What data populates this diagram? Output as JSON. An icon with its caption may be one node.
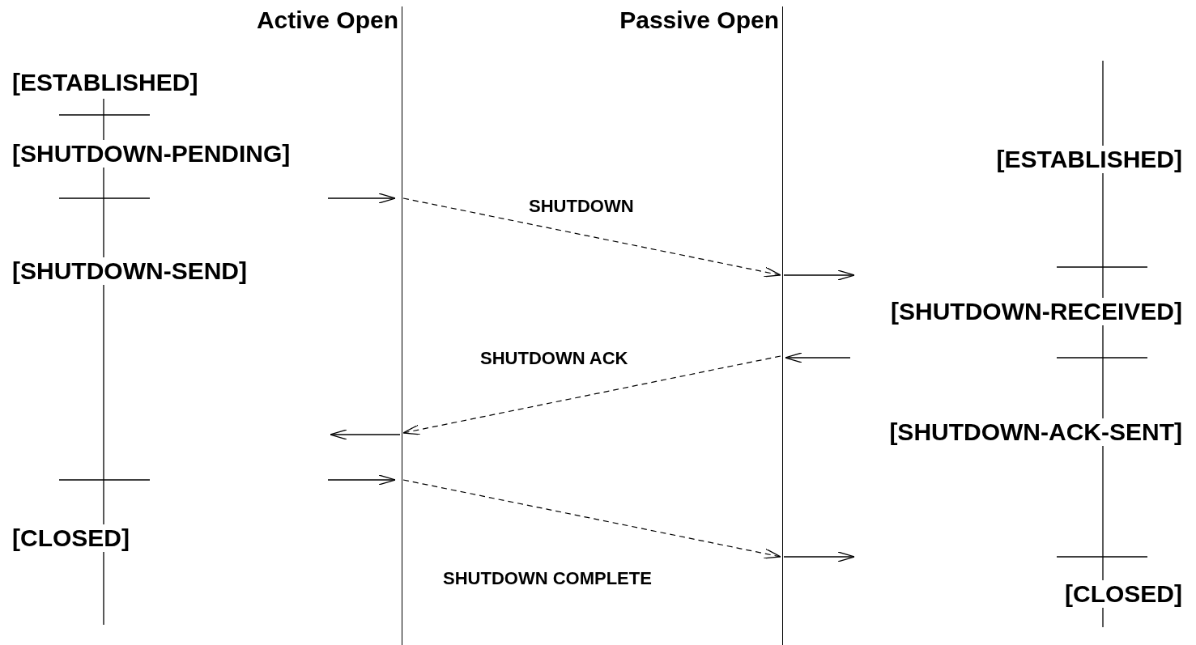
{
  "diagram": {
    "nodes": [
      {
        "text": [
          "Active Open"
        ]
      },
      {
        "text": [
          "Passive Open"
        ]
      }
    ],
    "edges": [
      {
        "from": 0,
        "to": 1,
        "arrow": "to",
        "style": "dashed",
        "label": "SHUTDOWN"
      },
      {
        "from": 1,
        "to": 0,
        "arrow": "to",
        "style": "dashed",
        "label": "SHUTDOWN ACK"
      },
      {
        "from": 0,
        "to": 1,
        "arrow": "to",
        "style": "dashed",
        "label": "SHUTDOWN COMPLETE"
      }
    ],
    "labels": [
      "[ESTABLISHED]",
      "[SHUTDOWN-PENDING]",
      "[ESTABLISHED]",
      "[SHUTDOWN-SEND]",
      "[SHUTDOWN-RECEIVED]",
      "[SHUTDOWN-ACK-SENT]",
      "[CLOSED]",
      "[CLOSED]"
    ]
  }
}
